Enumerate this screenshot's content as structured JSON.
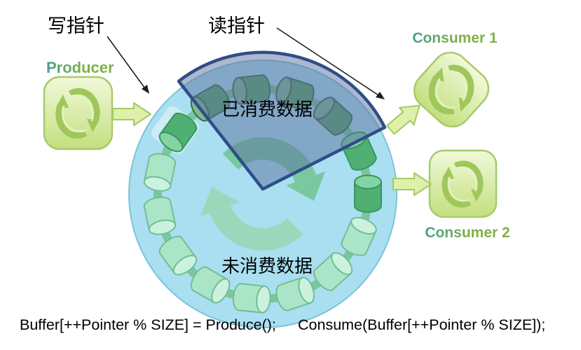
{
  "colors": {
    "ring_fill": "#a9dff0",
    "ring_rim": "#7cc2dc",
    "band": "#76c596",
    "wedge_fill": "#5b6f9e",
    "wedge_border": "#2e4e88",
    "can_light_body": "#abe5c7",
    "can_light_face": "#ccf1df",
    "can_light_stroke": "#72bd96",
    "can_mid_body": "#50b074",
    "can_mid_face": "#83d3a4",
    "can_mid_stroke": "#389559",
    "can_dark_body": "#57a46b",
    "can_dark_face": "#7fb894",
    "can_dark_stroke": "#3c6b50",
    "cycle_light": "#9cd6b6",
    "cycle_mid": "#76c79b",
    "icon_top": "#f1f9da",
    "icon_bot": "#c3df7e",
    "icon_stroke": "#a8ca6d",
    "glyph": "#9fc75b",
    "glyph_hi": "#e6f3c3",
    "barrow_fill": "#def0a9",
    "barrow_stroke": "#a4ca62",
    "label_teal": "#4a9f93",
    "label_green": "#7fb148",
    "pointer_color": "#1f1f1f",
    "code_color": "#000000",
    "slot_highlight": "#ffffff"
  },
  "diagram": {
    "write_pointer_label": "写指针",
    "read_pointer_label": "读指针",
    "consumed_area_label": "已消费数据",
    "unconsumed_area_label": "未消费数据",
    "producer": {
      "label": "Producer"
    },
    "consumers": [
      {
        "label": "Consumer 1"
      },
      {
        "label": "Consumer 2"
      }
    ],
    "buffer_ring": {
      "slots_total": 15,
      "slots_consumed": 4,
      "flow_direction": "clockwise"
    },
    "code": {
      "produce_statement": "Buffer[++Pointer % SIZE] = Produce();",
      "consume_statement": "Consume(Buffer[++Pointer % SIZE]);"
    },
    "icons": {
      "producer_icon": "cycle-sync-icon",
      "consumer_icon": "cycle-sync-icon",
      "flow_arrow": "block-arrow-icon",
      "pointer_arrow": "thin-arrow-icon"
    }
  }
}
